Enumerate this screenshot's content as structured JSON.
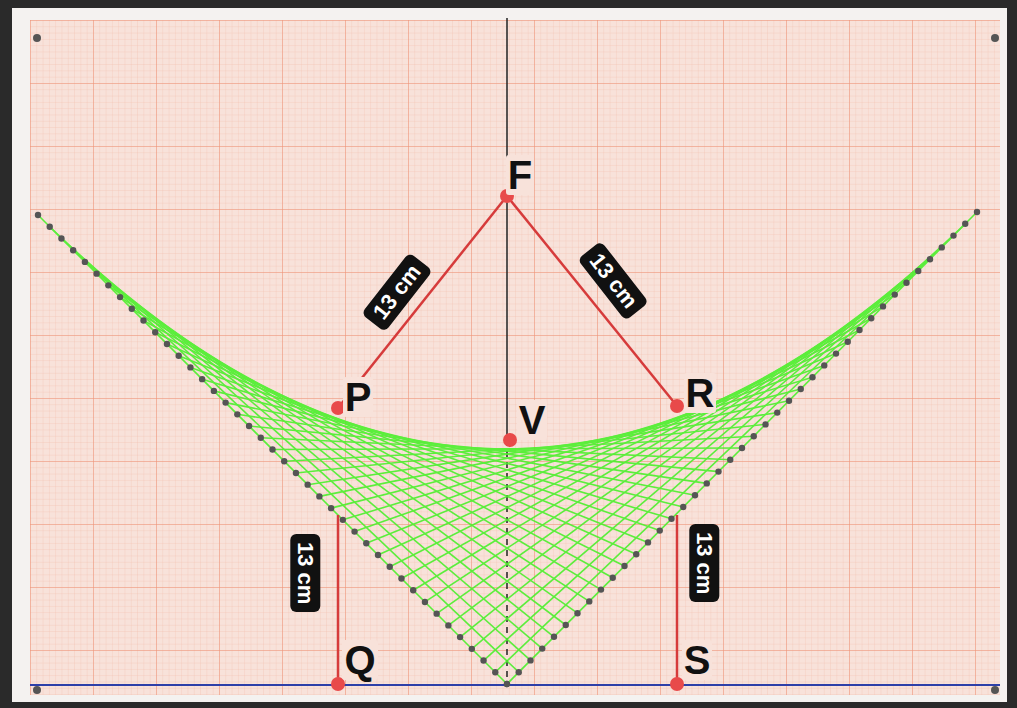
{
  "diagram": {
    "labels": [
      "F",
      "13 cm",
      "13 cm",
      "P",
      "V",
      "R",
      "13 cm",
      "13 cm",
      "Q",
      "S"
    ]
  }
}
